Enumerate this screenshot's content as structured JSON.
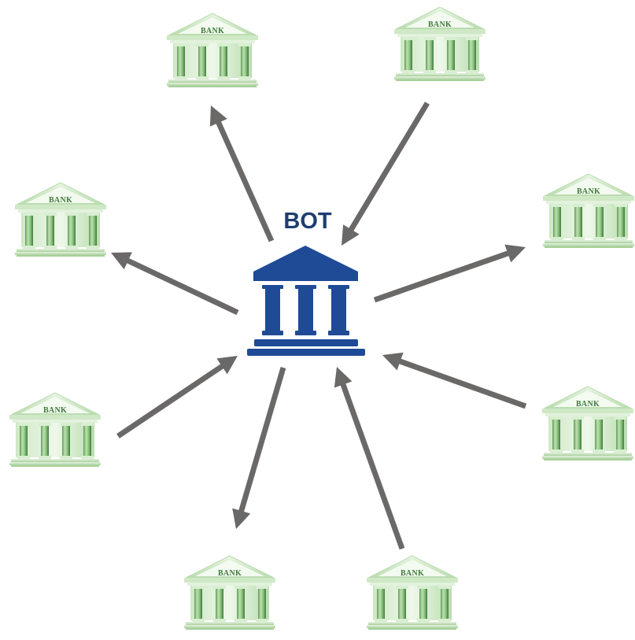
{
  "hub": {
    "label": "BOT",
    "icon": "bank-building-icon",
    "color": "#1f4a96",
    "label_color": "#1f3d6e"
  },
  "arrow_color": "#6b6868",
  "banks": [
    {
      "id": "top-left",
      "label": "BANK",
      "flow": "from-hub"
    },
    {
      "id": "top-right",
      "label": "BANK",
      "flow": "to-hub"
    },
    {
      "id": "left",
      "label": "BANK",
      "flow": "from-hub"
    },
    {
      "id": "right",
      "label": "BANK",
      "flow": "from-hub"
    },
    {
      "id": "lower-left",
      "label": "BANK",
      "flow": "to-hub"
    },
    {
      "id": "lower-right",
      "label": "BANK",
      "flow": "to-hub"
    },
    {
      "id": "bottom-left",
      "label": "BANK",
      "flow": "from-hub"
    },
    {
      "id": "bottom-right",
      "label": "BANK",
      "flow": "to-hub"
    }
  ]
}
